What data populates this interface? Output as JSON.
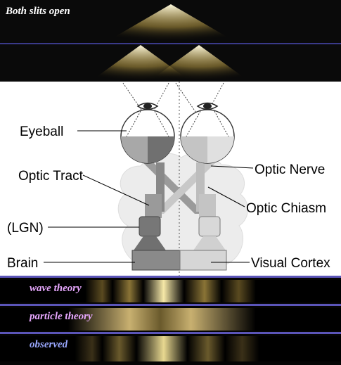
{
  "top_panel": {
    "label": "Both slits open"
  },
  "diagram": {
    "labels": {
      "eyeball": "Eyeball",
      "optic_tract": "Optic Tract",
      "lgn": "(LGN)",
      "brain": "Brain",
      "optic_nerve": "Optic Nerve",
      "optic_chiasm": "Optic Chiasm",
      "visual_cortex": "Visual Cortex"
    }
  },
  "strips": [
    {
      "label": "wave theory",
      "color": "#e8a8ff"
    },
    {
      "label": "particle theory",
      "color": "#e8a8ff"
    },
    {
      "label": "observed",
      "color": "#9aa8ff"
    }
  ],
  "colors": {
    "glow": "#e8d890",
    "band": "#c8b060",
    "divider": "#5b55b8"
  }
}
